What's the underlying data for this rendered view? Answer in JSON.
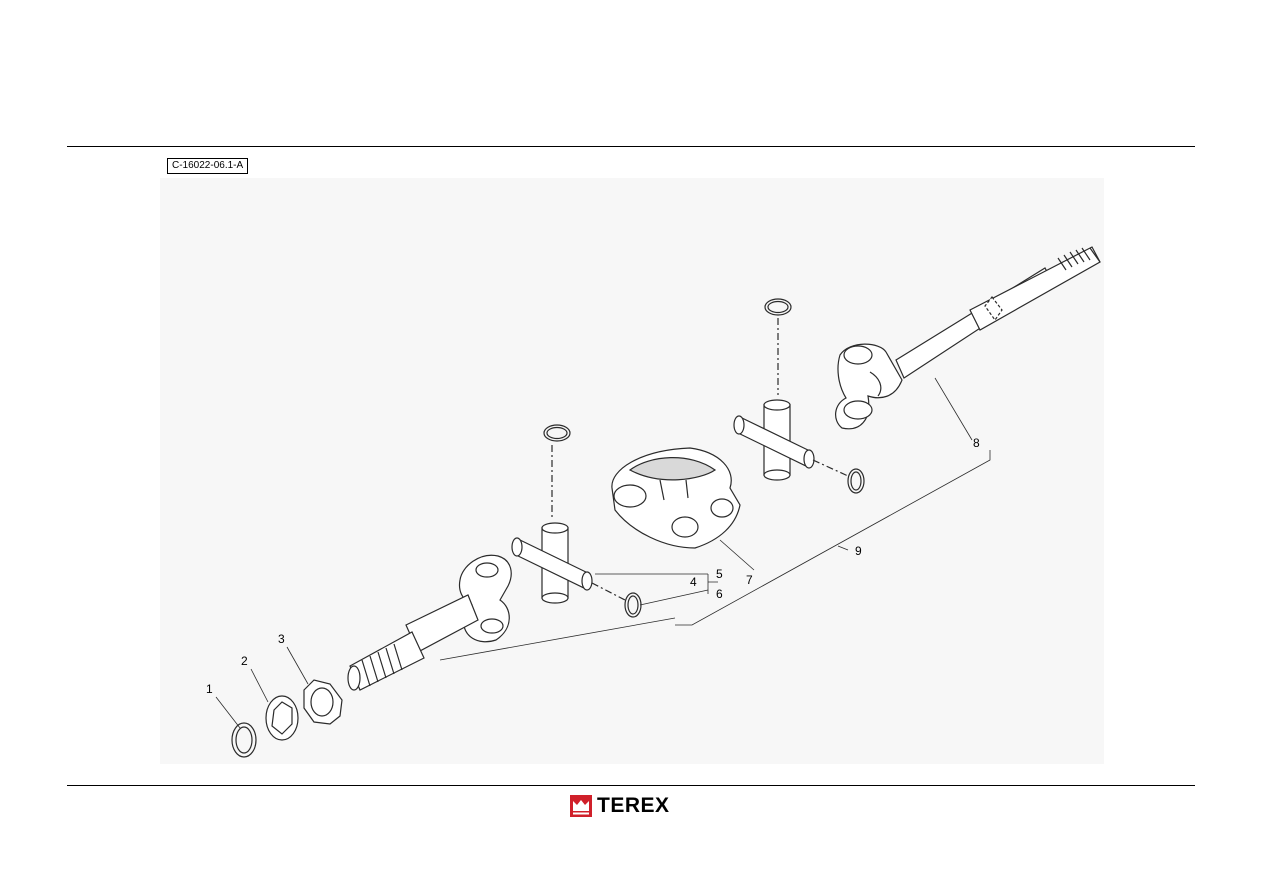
{
  "figure": {
    "id": "C-16022-06.1-A",
    "callouts": [
      "1",
      "2",
      "3",
      "4",
      "5",
      "6",
      "7",
      "8",
      "9"
    ]
  },
  "footer": {
    "brand": "TEREX",
    "brand_color": "#d0202a"
  },
  "colors": {
    "line": "#000000",
    "part_stroke": "#2b2b2b",
    "part_fill": "#ffffff",
    "shade": "#d9d9d9",
    "background_panel": "#f7f7f7"
  }
}
